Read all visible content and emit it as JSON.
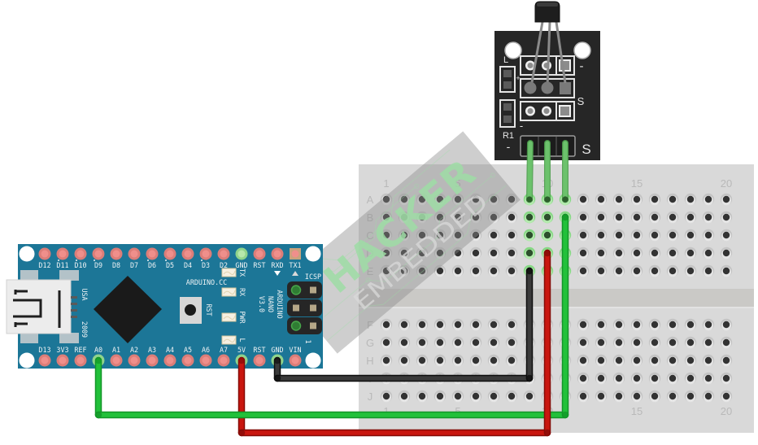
{
  "arduino": {
    "top_pins": [
      "D12",
      "D11",
      "D10",
      "D9",
      "D8",
      "D7",
      "D6",
      "D5",
      "D4",
      "D3",
      "D2",
      "GND",
      "RST",
      "RXD",
      "TX1"
    ],
    "pwm_marked": [
      "D11",
      "D10",
      "D9",
      "D6",
      "D5",
      "D3"
    ],
    "bottom_pins": [
      "D13",
      "3V3",
      "REF",
      "A0",
      "A1",
      "A2",
      "A3",
      "A4",
      "A5",
      "A6",
      "A7",
      "5V",
      "RST",
      "GND",
      "VIN"
    ],
    "connected_pins": {
      "top": [
        "GND"
      ],
      "bottom": [
        "A0",
        "5V",
        "GND"
      ]
    },
    "brand_label": "ARDUINO.CC",
    "reset_label": "RST",
    "leds": [
      "TX",
      "RX",
      "PWR",
      "L"
    ],
    "model_lines": [
      "ARDUINO",
      "NANO",
      "V3.0"
    ],
    "icsp_label": "ICSP",
    "icsp_pin1_label": "1",
    "usb_labels": [
      "USA",
      "2009"
    ],
    "colors": {
      "board": "#1c7697",
      "pad": "#dc7d78",
      "pad_center": "#ef8f8b",
      "chip": "#1a1a1a"
    }
  },
  "sensor_module": {
    "labels": {
      "led": "L",
      "plus": "+",
      "row1_minus": "-",
      "row2_signal": "S",
      "resistor_minus": "-",
      "resistor": "R1",
      "header_minus": "-",
      "header_signal": "S"
    },
    "header_pin_count": 3,
    "colors": {
      "pcb": "#262626",
      "lead": "#6cc26c"
    }
  },
  "breadboard": {
    "columns": 20,
    "rows_top": [
      "A",
      "B",
      "C",
      "D",
      "E"
    ],
    "rows_bottom": [
      "F",
      "G",
      "H",
      "I",
      "J"
    ],
    "column_labels": [
      {
        "col": 1,
        "text": "1"
      },
      {
        "col": 5,
        "text": "5"
      },
      {
        "col": 10,
        "text": "10"
      },
      {
        "col": 15,
        "text": "15"
      },
      {
        "col": 20,
        "text": "20"
      }
    ],
    "connected_columns": [
      9,
      10,
      11
    ]
  },
  "wires": [
    {
      "id": "ground",
      "from": "GND",
      "to": "E9",
      "color": "#3a3a3a",
      "edge": "#0e0e0e"
    },
    {
      "id": "power",
      "from": "5V",
      "to": "D10",
      "color": "#c9160f",
      "edge": "#860b07"
    },
    {
      "id": "signal",
      "from": "A0",
      "to": "B11",
      "color": "#22c13a",
      "edge": "#139628"
    }
  ],
  "sensor_leads": [
    {
      "from": "module-header-1",
      "to": "A9"
    },
    {
      "from": "module-header-2",
      "to": "A10"
    },
    {
      "from": "module-header-3",
      "to": "A11"
    }
  ],
  "watermark": {
    "line1": "HACKER",
    "line2": "EMBEDDED"
  }
}
